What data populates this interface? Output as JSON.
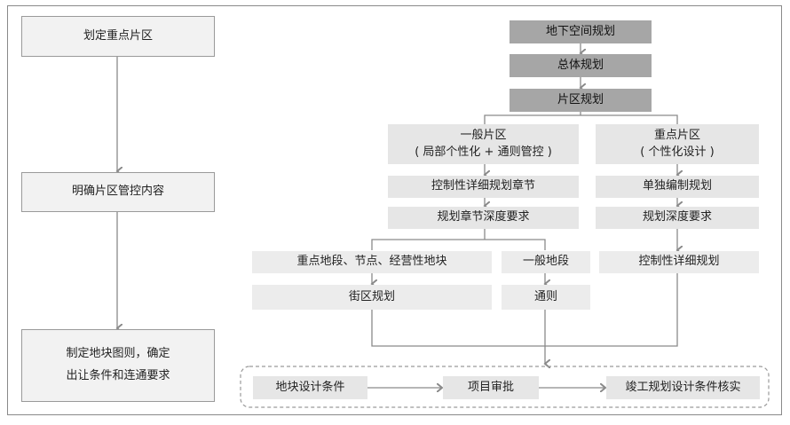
{
  "left_flow": {
    "step1": "划定重点片区",
    "step2": "明确片区管控内容",
    "step3_line1": "制定地块图则，确定",
    "step3_line2": "出让条件和连通要求"
  },
  "top_chain": [
    "地下空间规划",
    "总体规划",
    "片区规划"
  ],
  "general_branch": {
    "title_line1": "一般片区",
    "title_line2": "( 局部个性化 + 通则管控 )",
    "step1": "控制性详细规划章节",
    "step2": "规划章节深度要求",
    "sub_a_title": "重点地段、节点、经营性地块",
    "sub_a_result": "街区规划",
    "sub_b_title": "一般地段",
    "sub_b_result": "通则"
  },
  "key_branch": {
    "title_line1": "重点片区",
    "title_line2": "( 个性化设计 )",
    "step1": "单独编制规划",
    "step2": "规划深度要求",
    "step3": "控制性详细规划"
  },
  "bottom_process": [
    "地块设计条件",
    "项目审批",
    "竣工规划设计条件核实"
  ],
  "colors": {
    "dark_box": "#a6a6a6",
    "light_box": "#e6e6e6",
    "outlined_box": "#f2f2f2",
    "line": "#8a8a8a"
  }
}
